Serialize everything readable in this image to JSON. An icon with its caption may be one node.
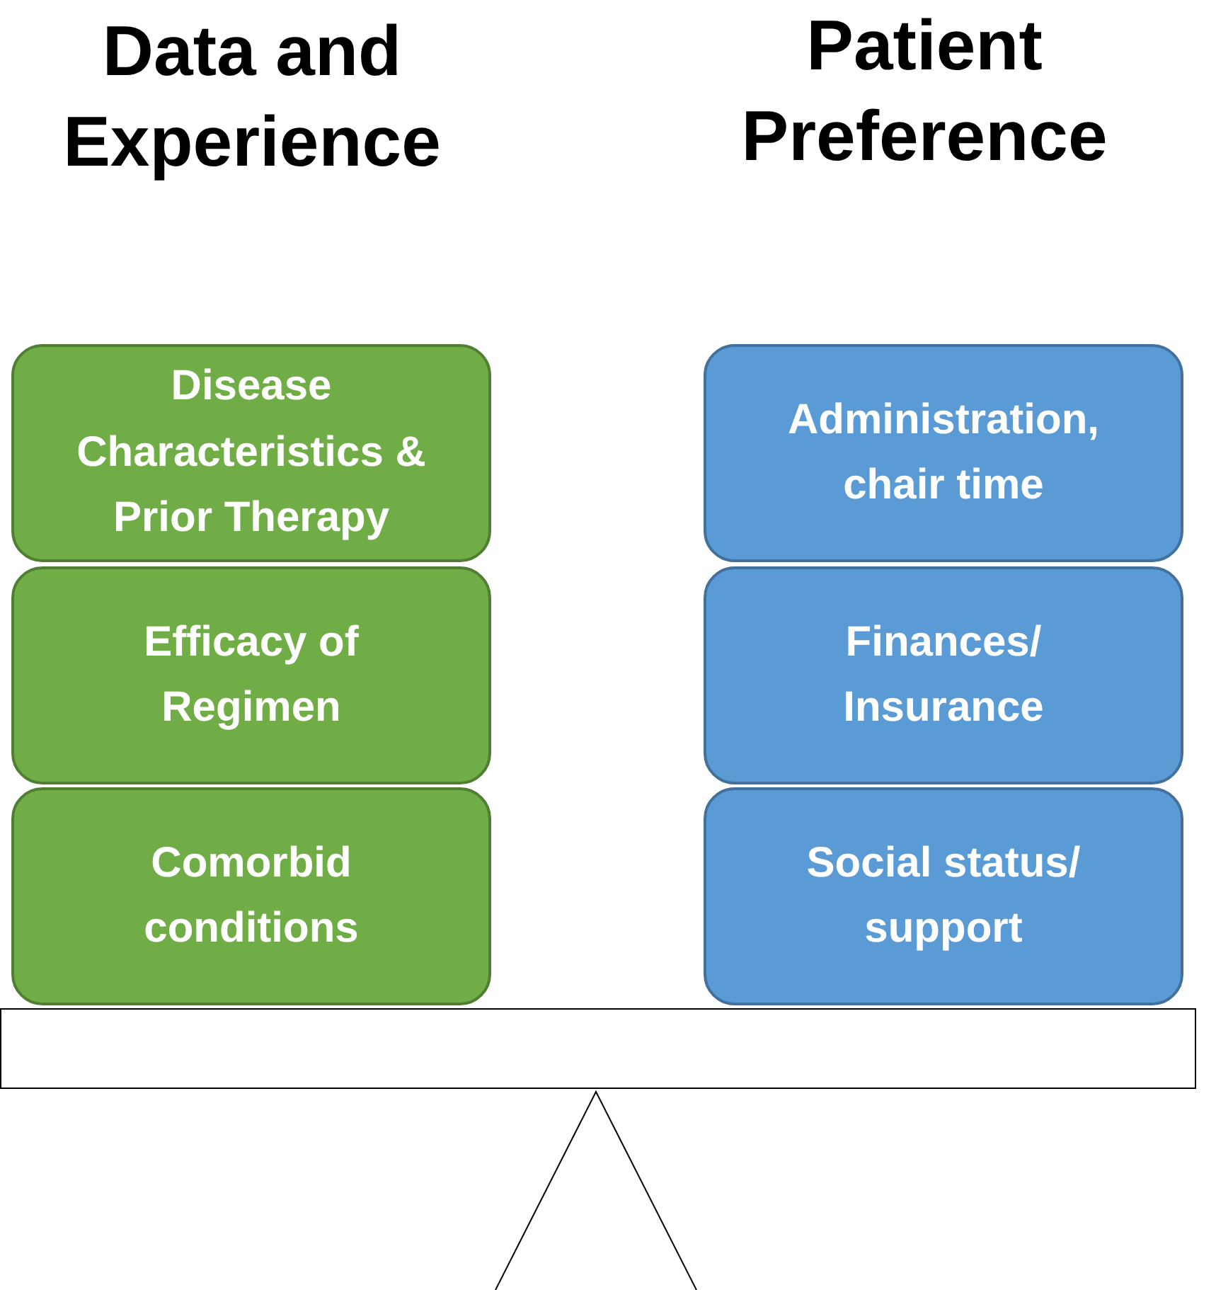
{
  "diagram": {
    "nodes": [
      {
        "text": [
          "Disease Characteristics & Prior Therapy"
        ]
      },
      {
        "text": [
          "Efficacy of Regimen"
        ]
      },
      {
        "text": [
          "Comorbid conditions"
        ]
      },
      {
        "text": [
          "Administration, chair time"
        ]
      },
      {
        "text": [
          "Finances/ Insurance"
        ]
      },
      {
        "text": [
          "Social status/ support"
        ]
      }
    ],
    "edges": [],
    "labels": [
      "Data and Experience",
      "Patient Preference"
    ]
  }
}
